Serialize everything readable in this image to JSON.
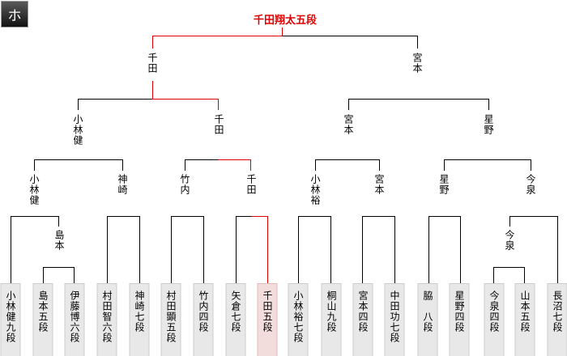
{
  "block_label": "ホ",
  "champion": "千田翔太五段",
  "colors": {
    "winner_line": "#dd0000",
    "line": "#000000",
    "leaf_bg": "#e8e8e8",
    "winner_leaf_bg": "#f3dcdc"
  },
  "round_labels": {
    "final_left": "千田",
    "final_right": "宮本",
    "semi_1": "小林健",
    "semi_2": "千田",
    "semi_3": "宮本",
    "semi_4": "星野",
    "qf_1": "小林健",
    "qf_2": "神崎",
    "qf_3": "竹内",
    "qf_4": "千田",
    "qf_5": "小林裕",
    "qf_6": "宮本",
    "qf_7": "星野",
    "qf_8": "今泉",
    "r1_shimamoto": "島本",
    "r1_imaizumi": "今泉"
  },
  "players": [
    {
      "name": "小林健九段"
    },
    {
      "name": "島本五段"
    },
    {
      "name": "伊藤博六段"
    },
    {
      "name": "村田智六段"
    },
    {
      "name": "神崎七段"
    },
    {
      "name": "村田顕五段"
    },
    {
      "name": "竹内四段"
    },
    {
      "name": "矢倉七段"
    },
    {
      "name": "千田五段",
      "winner": true
    },
    {
      "name": "小林裕七段"
    },
    {
      "name": "桐山九段"
    },
    {
      "name": "宮本四段"
    },
    {
      "name": "中田功七段"
    },
    {
      "name": "脇　八段"
    },
    {
      "name": "星野四段"
    },
    {
      "name": "今泉四段"
    },
    {
      "name": "山本五段"
    },
    {
      "name": "長沼七段"
    }
  ]
}
